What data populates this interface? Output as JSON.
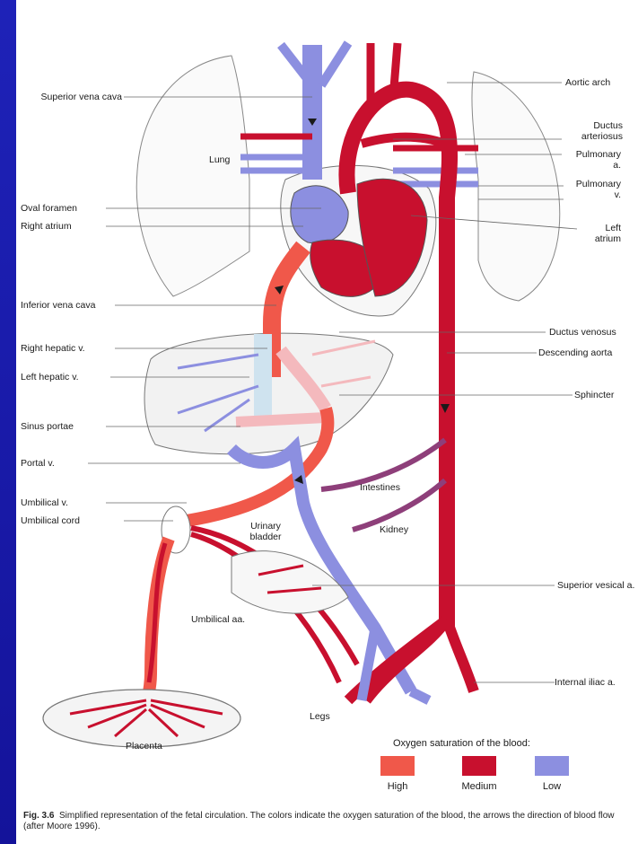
{
  "labels": {
    "superior_vena_cava": "Superior vena cava",
    "aortic_arch": "Aortic arch",
    "ductus_arteriosus_1": "Ductus",
    "ductus_arteriosus_2": "arteriosus",
    "lung": "Lung",
    "pulmonary_a_1": "Pulmonary",
    "pulmonary_a_2": "a.",
    "pulmonary_v_1": "Pulmonary",
    "pulmonary_v_2": "v.",
    "oval_foramen": "Oval foramen",
    "right_atrium": "Right atrium",
    "left_atrium_1": "Left",
    "left_atrium_2": "atrium",
    "inferior_vena_cava": "Inferior vena cava",
    "ductus_venosus": "Ductus venosus",
    "descending_aorta": "Descending aorta",
    "right_hepatic_v": "Right hepatic v.",
    "left_hepatic_v": "Left hepatic v.",
    "sphincter": "Sphincter",
    "sinus_portae": "Sinus portae",
    "portal_v": "Portal v.",
    "intestines": "Intestines",
    "umbilical_v": "Umbilical v.",
    "umbilical_cord": "Umbilical cord",
    "urinary_bladder_1": "Urinary",
    "urinary_bladder_2": "bladder",
    "kidney": "Kidney",
    "superior_vesical_a": "Superior vesical a.",
    "umbilical_aa": "Umbilical aa.",
    "internal_iliac_a": "Internal iliac a.",
    "legs": "Legs",
    "placenta": "Placenta"
  },
  "legend": {
    "title": "Oxygen saturation of the blood:",
    "items": [
      {
        "label": "High",
        "color": "#f0584a"
      },
      {
        "label": "Medium",
        "color": "#c8102e"
      },
      {
        "label": "Low",
        "color": "#8c8fe0"
      }
    ]
  },
  "caption": {
    "fig": "Fig. 3.6",
    "text": "Simplified representation of the fetal circulation. The colors indicate the oxygen saturation of the blood, the arrows the direction of blood flow (after Moore 1996)."
  }
}
